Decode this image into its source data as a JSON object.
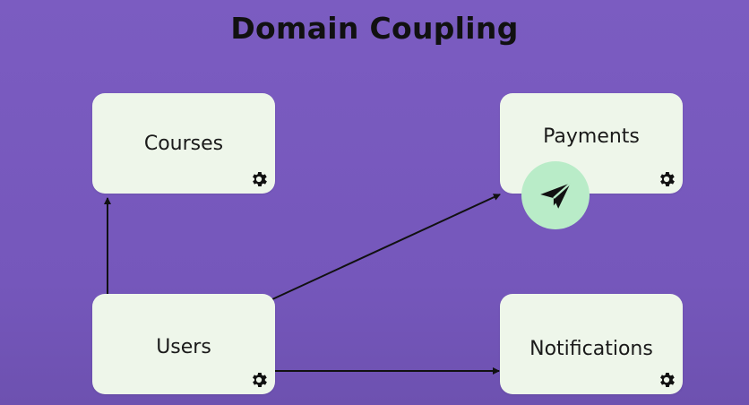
{
  "title": "Domain Coupling",
  "nodes": {
    "courses": {
      "label": "Courses"
    },
    "payments": {
      "label": "Payments"
    },
    "users": {
      "label": "Users"
    },
    "notifications": {
      "label": "Notifications"
    }
  },
  "icons": {
    "node_settings": "gear-icon",
    "payments_badge": "send-icon"
  },
  "colors": {
    "background": "#7b5cc1",
    "node_fill": "#eef6ea",
    "badge_fill": "#b9ecc8",
    "arrow": "#111111"
  },
  "edges": [
    {
      "from": "users",
      "to": "courses"
    },
    {
      "from": "users",
      "to": "payments"
    },
    {
      "from": "users",
      "to": "notifications"
    }
  ]
}
